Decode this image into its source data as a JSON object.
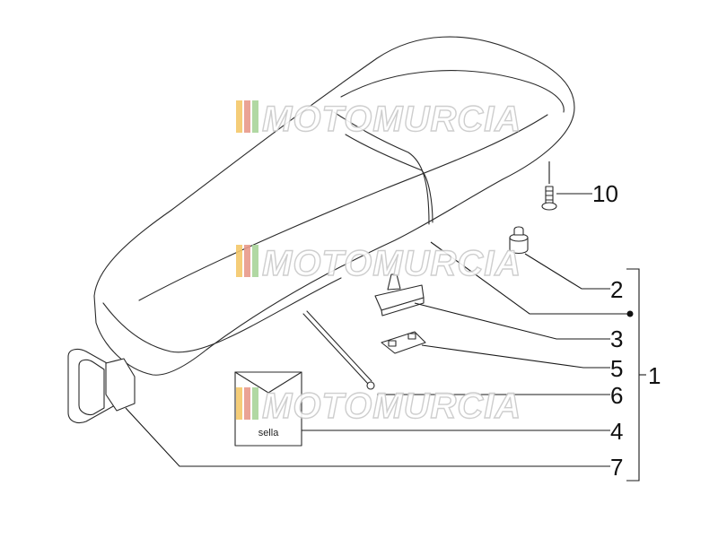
{
  "watermark": {
    "text": "MOTOMURCIA",
    "stripe_colors": [
      "#f4c86a",
      "#e89a8a",
      "#a9d49a"
    ]
  },
  "bag_label": "sella",
  "callouts": {
    "c1": "1",
    "c2": "2",
    "c3": "3",
    "c4": "4",
    "c5": "5",
    "c6": "6",
    "c7": "7",
    "c10": "10"
  }
}
